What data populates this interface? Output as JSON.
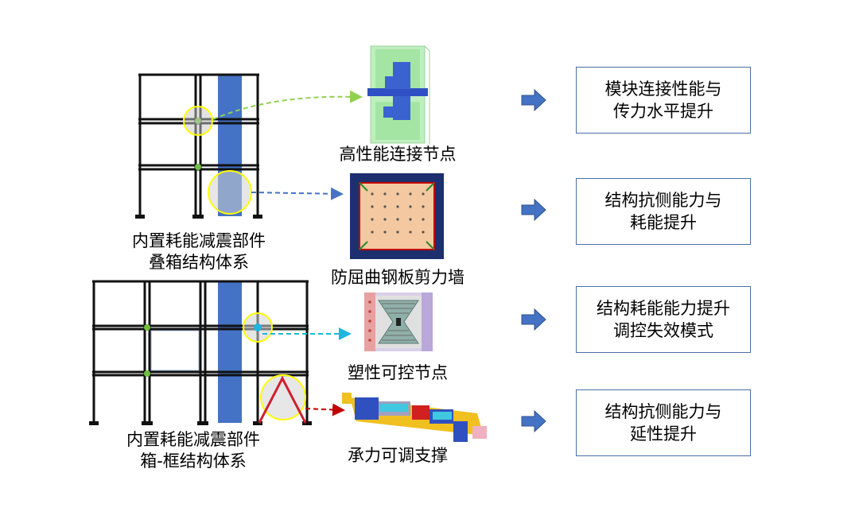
{
  "systems": [
    {
      "line1": "内置耗能减震部件",
      "line2": "叠箱结构体系"
    },
    {
      "line1": "内置耗能减震部件",
      "line2": "箱-框结构体系"
    }
  ],
  "components": [
    {
      "label": "高性能连接节点",
      "icon": "connection-node-3d"
    },
    {
      "label": "防屈曲钢板剪力墙",
      "icon": "steel-plate-shear-wall"
    },
    {
      "label": "塑性可控节点",
      "icon": "plastic-controlled-joint"
    },
    {
      "label": "承力可调支撑",
      "icon": "adjustable-brace"
    }
  ],
  "outcomes": [
    {
      "line1": "模块连接性能与",
      "line2": "传力水平提升"
    },
    {
      "line1": "结构抗侧能力与",
      "line2": "耗能提升"
    },
    {
      "line1": "结构耗能能力提升",
      "line2": "调控失效模式"
    },
    {
      "line1": "结构抗侧能力与",
      "line2": "延性提升"
    }
  ],
  "colors": {
    "frame": "#111111",
    "core": "#4472c4",
    "highlight": "#ffff00",
    "box_border": "#4a6fa5",
    "arrow": "#4472c4",
    "leader_green": "#8fd14f",
    "leader_blue": "#4472c4",
    "leader_cyan": "#1fb5e0",
    "leader_red": "#c00000"
  }
}
